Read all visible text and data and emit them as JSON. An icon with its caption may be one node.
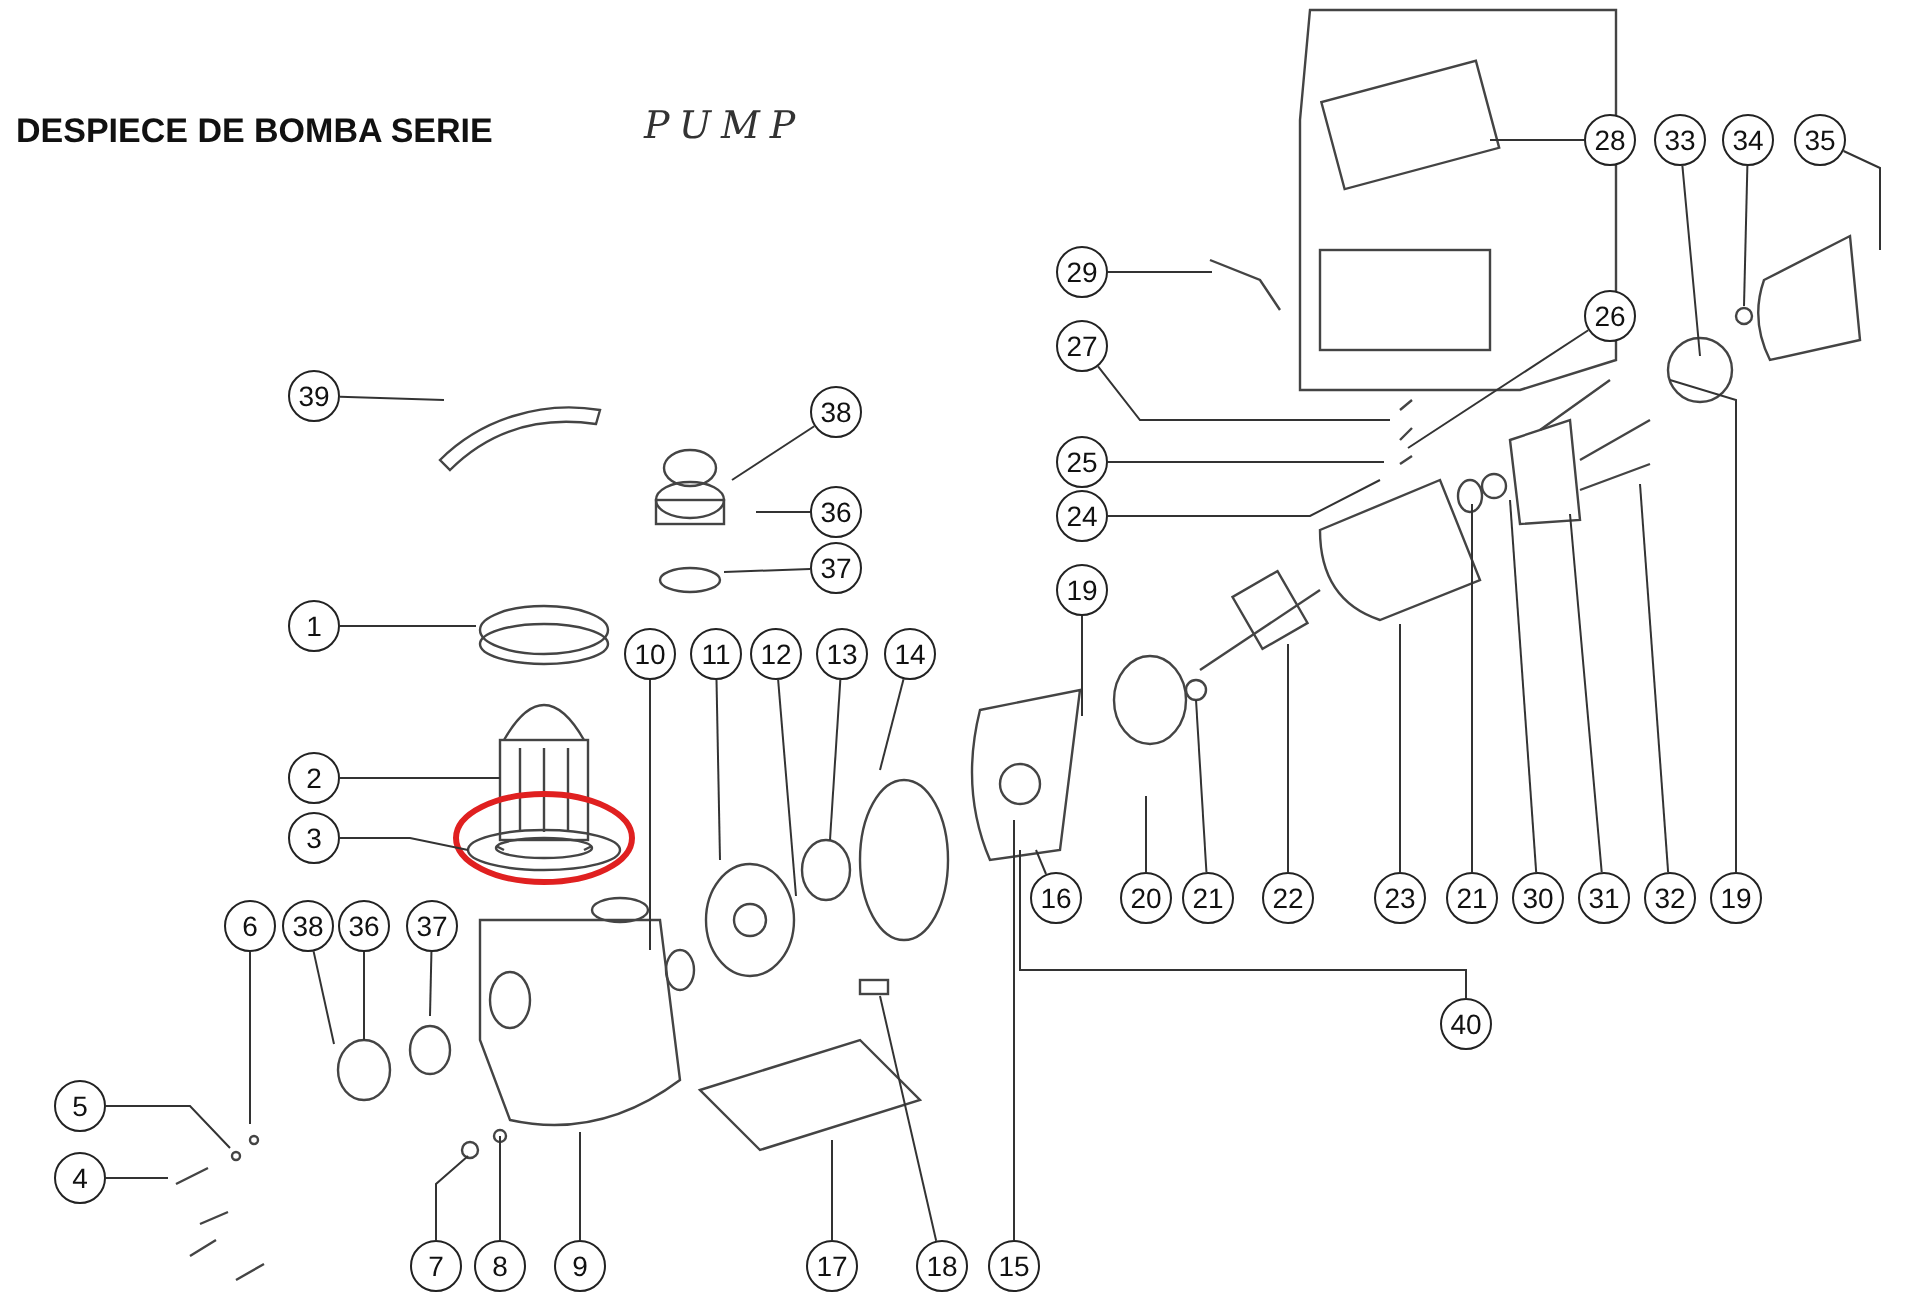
{
  "diagram": {
    "title": "DESPIECE DE BOMBA SERIE",
    "nodes": [
      {
        "text": [
          "39"
        ]
      },
      {
        "text": [
          "38"
        ]
      },
      {
        "text": [
          "36"
        ]
      },
      {
        "text": [
          "37"
        ]
      },
      {
        "text": [
          "1"
        ]
      },
      {
        "text": [
          "2"
        ]
      },
      {
        "text": [
          "3"
        ]
      },
      {
        "text": [
          "10"
        ]
      },
      {
        "text": [
          "11"
        ]
      },
      {
        "text": [
          "12"
        ]
      },
      {
        "text": [
          "13"
        ]
      },
      {
        "text": [
          "14"
        ]
      },
      {
        "text": [
          "19"
        ]
      },
      {
        "text": [
          "16"
        ]
      },
      {
        "text": [
          "20"
        ]
      },
      {
        "text": [
          "21"
        ]
      },
      {
        "text": [
          "22"
        ]
      },
      {
        "text": [
          "23"
        ]
      },
      {
        "text": [
          "21"
        ]
      },
      {
        "text": [
          "30"
        ]
      },
      {
        "text": [
          "31"
        ]
      },
      {
        "text": [
          "32"
        ]
      },
      {
        "text": [
          "19"
        ]
      },
      {
        "text": [
          "15"
        ]
      },
      {
        "text": [
          "18"
        ]
      },
      {
        "text": [
          "17"
        ]
      },
      {
        "text": [
          "9"
        ]
      },
      {
        "text": [
          "8"
        ]
      },
      {
        "text": [
          "7"
        ]
      },
      {
        "text": [
          "6"
        ]
      },
      {
        "text": [
          "38"
        ]
      },
      {
        "text": [
          "36"
        ]
      },
      {
        "text": [
          "37"
        ]
      },
      {
        "text": [
          "5"
        ]
      },
      {
        "text": [
          "4"
        ]
      },
      {
        "text": [
          "40"
        ]
      },
      {
        "text": [
          "28"
        ]
      },
      {
        "text": [
          "29"
        ]
      },
      {
        "text": [
          "27"
        ]
      },
      {
        "text": [
          "26"
        ]
      },
      {
        "text": [
          "25"
        ]
      },
      {
        "text": [
          "24"
        ]
      },
      {
        "text": [
          "33"
        ]
      },
      {
        "text": [
          "34"
        ]
      },
      {
        "text": [
          "35"
        ]
      },
      {
        "text": [],
        "shape": "picture"
      },
      {
        "text": [],
        "shape": "picture"
      }
    ],
    "edges": [
      {
        "from": 0,
        "to": null,
        "arrow": "none"
      },
      {
        "from": 1,
        "to": null,
        "arrow": "none"
      },
      {
        "from": 2,
        "to": null,
        "arrow": "none"
      },
      {
        "from": 3,
        "to": null,
        "arrow": "none"
      },
      {
        "from": 4,
        "to": null,
        "arrow": "none"
      },
      {
        "from": 5,
        "to": 45,
        "arrow": "none"
      },
      {
        "from": 6,
        "to": 46,
        "arrow": "none"
      },
      {
        "from": 7,
        "to": null,
        "arrow": "none"
      },
      {
        "from": 8,
        "to": null,
        "arrow": "none"
      },
      {
        "from": 9,
        "to": null,
        "arrow": "none"
      },
      {
        "from": 10,
        "to": null,
        "arrow": "none"
      },
      {
        "from": 11,
        "to": null,
        "arrow": "none"
      },
      {
        "from": 12,
        "to": null,
        "arrow": "none"
      },
      {
        "from": 13,
        "to": null,
        "arrow": "none"
      },
      {
        "from": 14,
        "to": null,
        "arrow": "none"
      },
      {
        "from": 15,
        "to": null,
        "arrow": "none"
      },
      {
        "from": 16,
        "to": null,
        "arrow": "none"
      },
      {
        "from": 17,
        "to": null,
        "arrow": "none"
      },
      {
        "from": 18,
        "to": null,
        "arrow": "none"
      },
      {
        "from": 19,
        "to": null,
        "arrow": "none"
      },
      {
        "from": 20,
        "to": null,
        "arrow": "none"
      },
      {
        "from": 21,
        "to": null,
        "arrow": "none"
      },
      {
        "from": 22,
        "to": null,
        "arrow": "none"
      },
      {
        "from": 23,
        "to": null,
        "arrow": "none"
      },
      {
        "from": 24,
        "to": null,
        "arrow": "none"
      },
      {
        "from": 25,
        "to": null,
        "arrow": "none"
      },
      {
        "from": 26,
        "to": null,
        "arrow": "none"
      },
      {
        "from": 27,
        "to": null,
        "arrow": "none"
      },
      {
        "from": 28,
        "to": null,
        "arrow": "none"
      },
      {
        "from": 29,
        "to": null,
        "arrow": "none"
      },
      {
        "from": 30,
        "to": null,
        "arrow": "none"
      },
      {
        "from": 31,
        "to": null,
        "arrow": "none"
      },
      {
        "from": 32,
        "to": null,
        "arrow": "none"
      },
      {
        "from": 33,
        "to": null,
        "arrow": "none"
      },
      {
        "from": 34,
        "to": null,
        "arrow": "none"
      },
      {
        "from": 35,
        "to": null,
        "arrow": "none"
      },
      {
        "from": 36,
        "to": null,
        "arrow": "none"
      },
      {
        "from": 37,
        "to": null,
        "arrow": "none"
      },
      {
        "from": 38,
        "to": null,
        "arrow": "none"
      },
      {
        "from": 39,
        "to": null,
        "arrow": "none"
      },
      {
        "from": 40,
        "to": null,
        "arrow": "none"
      },
      {
        "from": 41,
        "to": null,
        "arrow": "none"
      },
      {
        "from": 42,
        "to": null,
        "arrow": "none"
      },
      {
        "from": 43,
        "to": null,
        "arrow": "none"
      },
      {
        "from": 44,
        "to": null,
        "arrow": "none"
      }
    ],
    "labels": [
      "PUMP"
    ]
  }
}
